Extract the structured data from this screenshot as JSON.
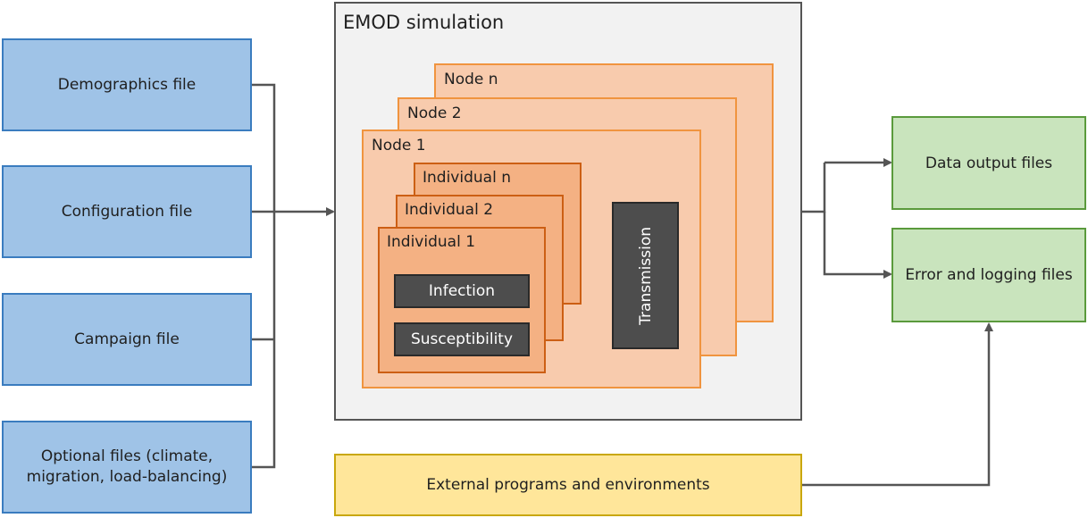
{
  "inputs": {
    "demographics": "Demographics file",
    "configuration": "Configuration file",
    "campaign": "Campaign file",
    "optional_line1": "Optional files (climate,",
    "optional_line2": "migration, load-balancing)"
  },
  "simulation": {
    "title": "EMOD simulation",
    "nodes": {
      "n": "Node n",
      "two": "Node 2",
      "one": "Node 1"
    },
    "individuals": {
      "n": "Individual n",
      "two": "Individual 2",
      "one": "Individual 1"
    },
    "infection": "Infection",
    "susceptibility": "Susceptibility",
    "transmission": "Transmission"
  },
  "outputs": {
    "data": "Data output files",
    "errors": "Error and logging files"
  },
  "external": "External programs and environments",
  "colors": {
    "input_fill": "#9fc3e7",
    "input_border": "#3a7cbf",
    "output_fill": "#c9e4bd",
    "output_border": "#5a9a3c",
    "external_fill": "#ffe69a",
    "external_border": "#c9a70c",
    "node_fill": "#f8cbad",
    "node_border": "#f0943f",
    "individual_fill": "#f4b183",
    "individual_border": "#cc5f14",
    "dark_fill": "#4d4d4d",
    "connector": "#555555"
  }
}
